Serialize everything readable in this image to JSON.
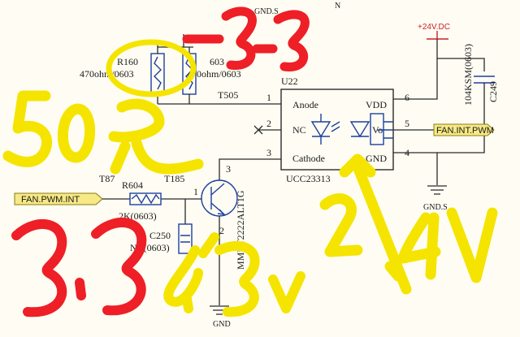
{
  "schematic": {
    "top_net": "GND.S",
    "top_right_letter": "N",
    "supply_label": "+24V.DC",
    "gnd_bottom_right": "GND.S",
    "gnd_bottom": "GND",
    "u22": {
      "ref": "U22",
      "part": "UCC23313",
      "pins": {
        "p1": "1",
        "p2": "2",
        "p3": "3",
        "p4": "4",
        "p5": "5",
        "p6": "6",
        "anode": "Anode",
        "nc": "NC",
        "cathode": "Cathode",
        "vdd": "VDD",
        "vo": "Vo",
        "gnd": "GND"
      }
    },
    "r160": {
      "ref": "R160",
      "value": "470ohm/0603"
    },
    "r603": {
      "ref": "603",
      "value": "470ohm/0603"
    },
    "c249": {
      "ref": "C249",
      "value": "104KSM(0603)"
    },
    "r604": {
      "ref": "R604",
      "value": "2K(0603)"
    },
    "c250": {
      "ref": "C250",
      "value": "NC(0603)"
    },
    "q": {
      "part": "MMBT2222ALT1G",
      "pin1": "1",
      "pin2": "2",
      "pin3": "3"
    },
    "testpoints": {
      "t505": "T505",
      "t87": "T87",
      "t185": "T185"
    },
    "nets": {
      "out": "FAN.INT.PWM",
      "in": "FAN.PWM.INT"
    }
  },
  "colors": {
    "annotation_yellow": "#f5e400",
    "annotation_red": "#ee1f26",
    "component_blue": "#1d3fa0",
    "supply_red": "#c8202a"
  }
}
